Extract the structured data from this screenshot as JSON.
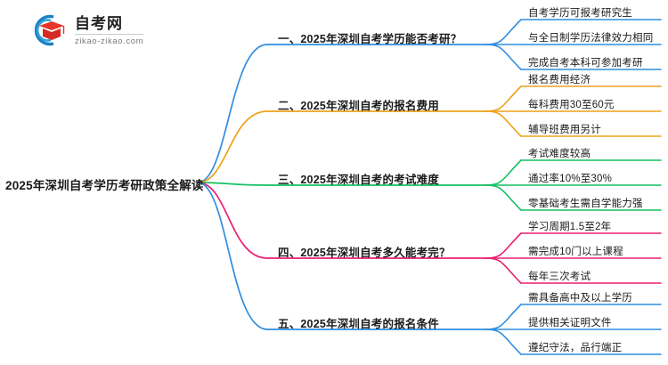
{
  "logo": {
    "name": "自考网",
    "url": "zikao-zikao.com",
    "mark": "graduation-cap-icon"
  },
  "mindmap": {
    "root": {
      "label": "2025年深圳自考学历考研政策全解读"
    },
    "branches": [
      {
        "label": "一、2025年深圳自考学历能否考研？",
        "color": "#2f8ee0",
        "leaves": [
          "自考学历可报考研究生",
          "与全日制学历法律效力相同",
          "完成自考本科可参加考研"
        ]
      },
      {
        "label": "二、2025年深圳自考的报名费用",
        "color": "#eda21a",
        "leaves": [
          "报名费用经济",
          "每科费用30至60元",
          "辅导班费用另计"
        ]
      },
      {
        "label": "三、2025年深圳自考的考试难度",
        "color": "#16bf62",
        "leaves": [
          "考试难度较高",
          "通过率10%至30%",
          "零基础考生需自学能力强"
        ]
      },
      {
        "label": "四、2025年深圳自考多久能考完？",
        "color": "#ec1e71",
        "leaves": [
          "学习周期1.5至2年",
          "需完成10门以上课程",
          "每年三次考试"
        ]
      },
      {
        "label": "五、2025年深圳自考的报名条件",
        "color": "#2f8ee0",
        "leaves": [
          "需具备高中及以上学历",
          "提供相关证明文件",
          "遵纪守法，品行端正"
        ]
      }
    ]
  }
}
